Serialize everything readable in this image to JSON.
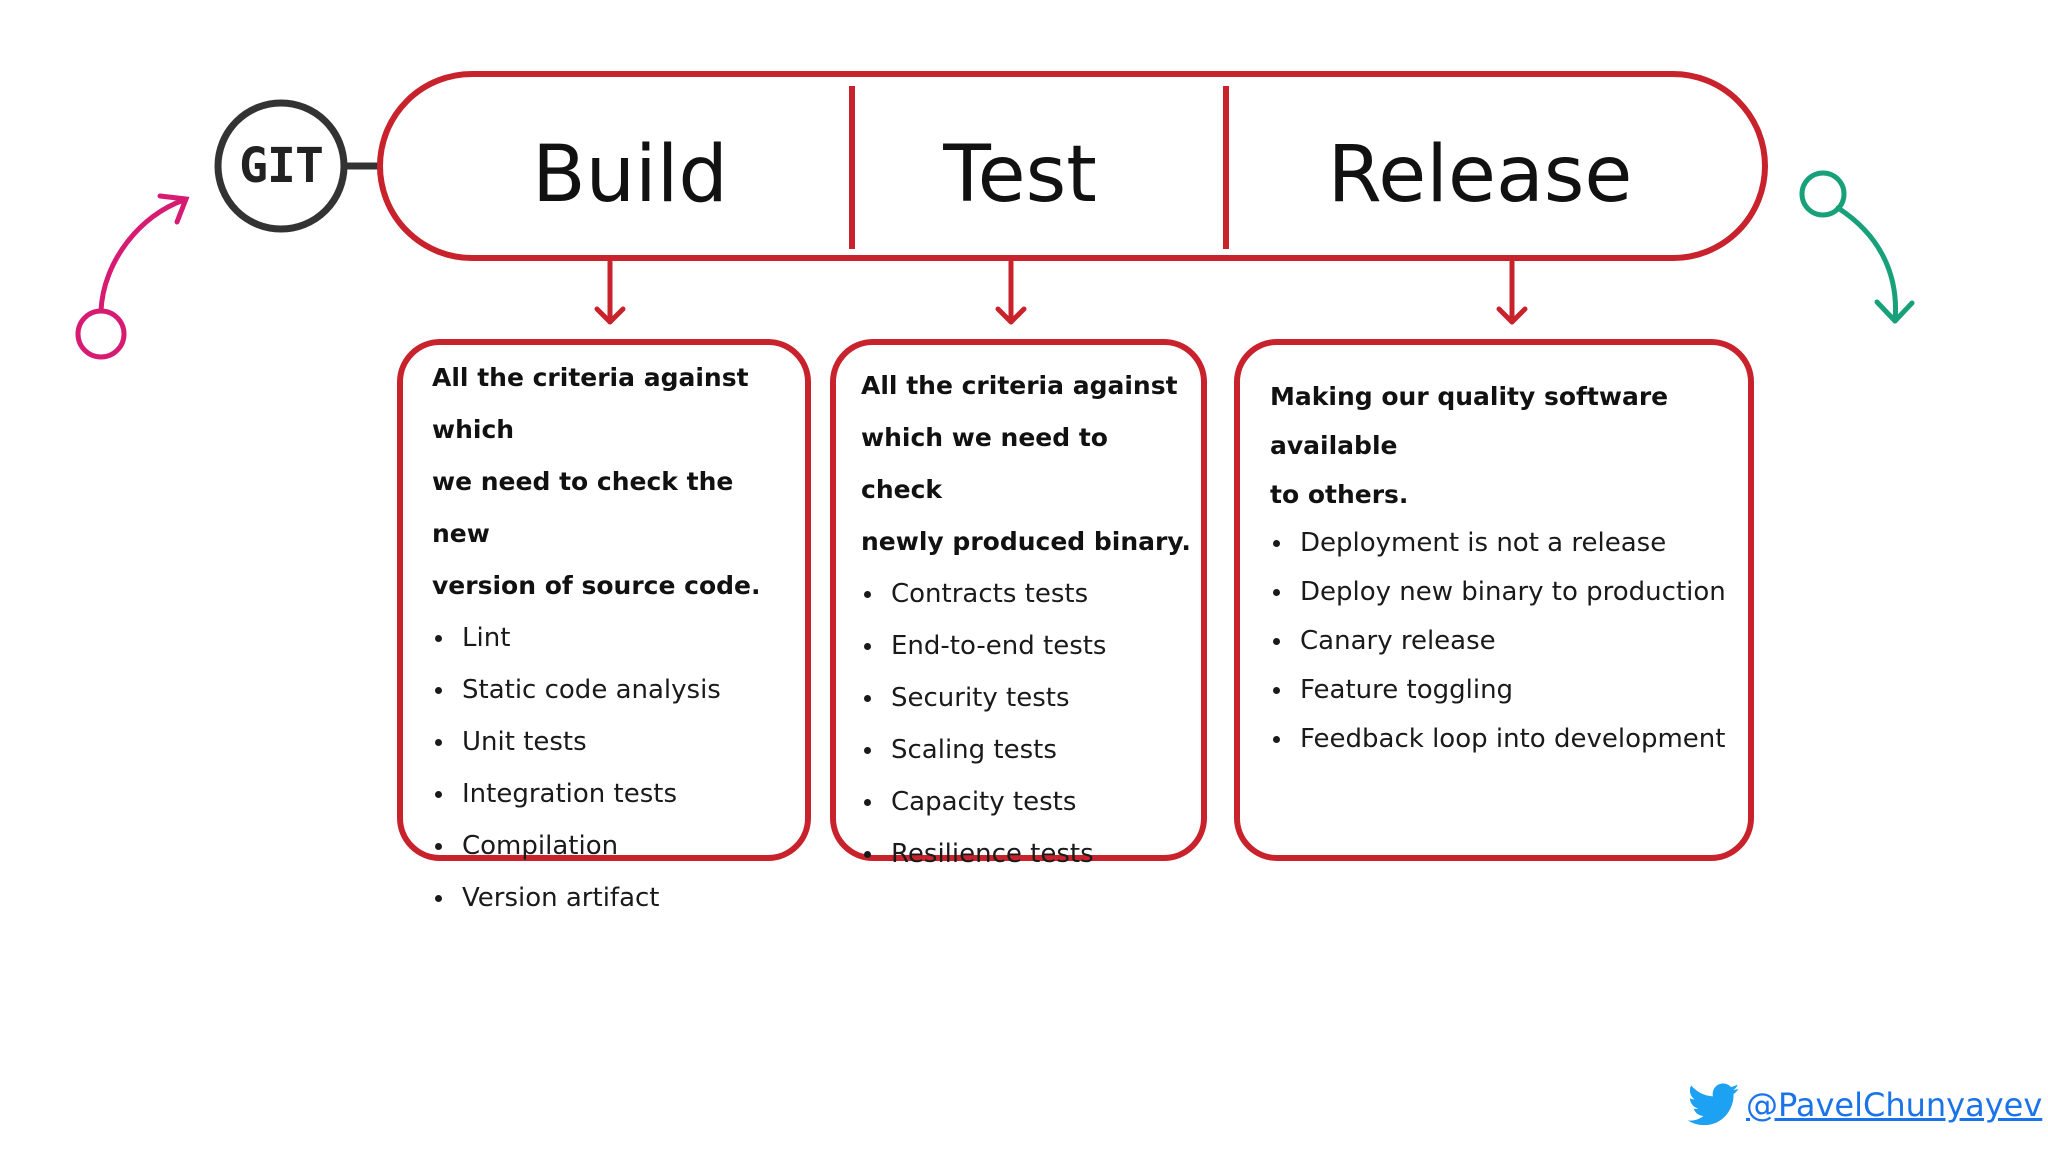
{
  "diagram": {
    "source_label": "GIT",
    "stages": [
      {
        "label": "Build"
      },
      {
        "label": "Test"
      },
      {
        "label": "Release"
      }
    ],
    "cards": [
      {
        "heading": "All the criteria against which we need to check the new version of source code.",
        "heading_lines": [
          "All the criteria against which",
          "we need to check the new",
          "version of source code."
        ],
        "items": [
          "Lint",
          "Static code analysis",
          "Unit tests",
          "Integration tests",
          "Compilation",
          "Version artifact"
        ]
      },
      {
        "heading": "All the criteria against which we need to check newly produced binary.",
        "heading_lines": [
          "All the criteria against",
          "which we need to check",
          "newly produced binary."
        ],
        "items": [
          "Contracts tests",
          "End-to-end tests",
          "Security tests",
          "Scaling tests",
          "Capacity tests",
          "Resilience tests"
        ]
      },
      {
        "heading": "Making our quality software available to others.",
        "heading_lines": [
          "Making our quality software available",
          "to others."
        ],
        "items": [
          "Deployment is not a release",
          "Deploy new binary to production",
          "Canary release",
          "Feature toggling",
          "Feedback loop into development"
        ]
      }
    ],
    "colors": {
      "pipeline_border": "#c8232c",
      "git_ring": "#333333",
      "incoming_arrow": "#d81b72",
      "outgoing_arrow": "#17a07a",
      "twitter_bird": "#1da1f2",
      "handle_text": "#1a73e8"
    }
  },
  "credit": {
    "icon": "twitter-bird-icon",
    "handle": "@PavelChunyayev"
  }
}
